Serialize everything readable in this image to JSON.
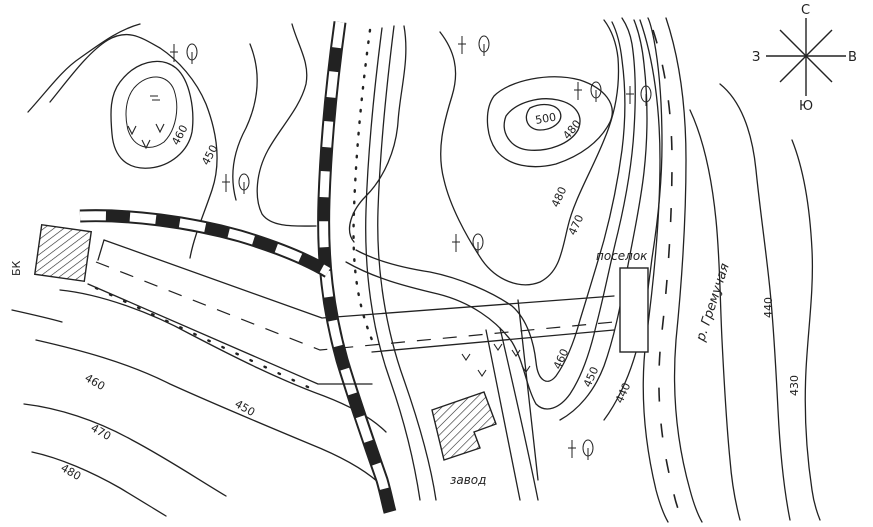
{
  "compass": {
    "north": "С",
    "south": "Ю",
    "east": "В",
    "west": "З"
  },
  "contour_labels": {
    "c460_top": "460",
    "c450_top": "450",
    "c480_mid": "480",
    "c470_mid": "470",
    "c460_mid": "460",
    "c450_right": "450",
    "c440_right": "440",
    "c500_peak": "500",
    "c480_peak": "480",
    "c460_left": "460",
    "c470_left": "470",
    "c480_left": "480",
    "c450_bottom": "450",
    "c440_far": "440",
    "c430_far": "430"
  },
  "places": {
    "village": "поселок",
    "river": "р. Гремучая",
    "factory": "завод",
    "left_building": "БК"
  },
  "symbols": {
    "tree": "forest-symbol",
    "meadow": "meadow-symbol"
  }
}
